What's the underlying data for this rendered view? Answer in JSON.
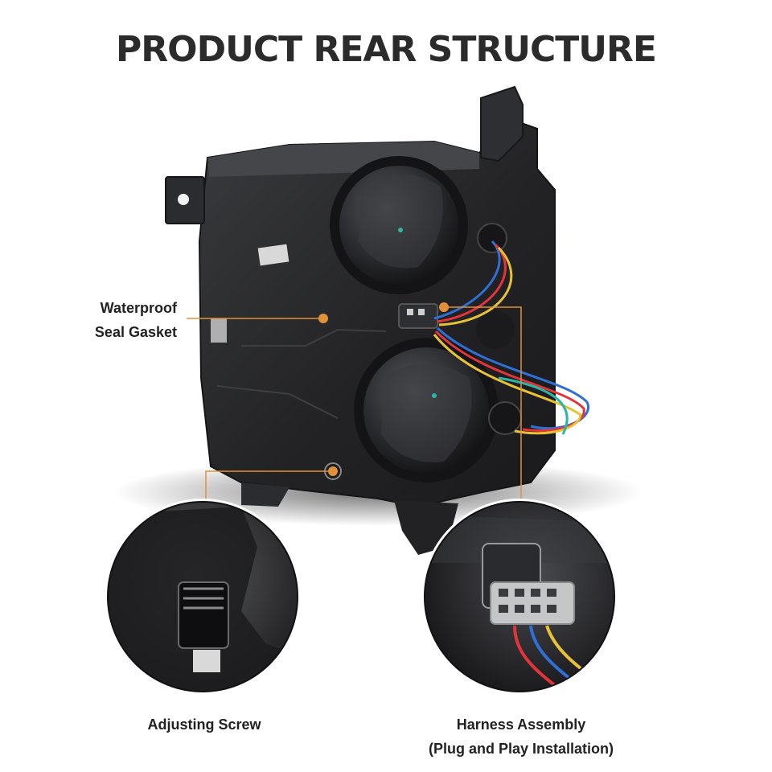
{
  "header": {
    "title": "PRODUCT REAR STRUCTURE"
  },
  "callouts": {
    "seal_gasket": {
      "line1": "Waterproof",
      "line2": "Seal Gasket"
    },
    "adjusting_screw": {
      "label": "Adjusting Screw"
    },
    "harness": {
      "line1": "Harness Assembly",
      "line2": "(Plug and Play Installation)"
    }
  },
  "colors": {
    "accent": "#e0913a",
    "housing": "#2a2a2c",
    "text": "#222222",
    "wire_blue": "#2f6fd6",
    "wire_red": "#e2353b",
    "wire_yellow": "#e8c235",
    "wire_teal": "#2bb6a8"
  }
}
